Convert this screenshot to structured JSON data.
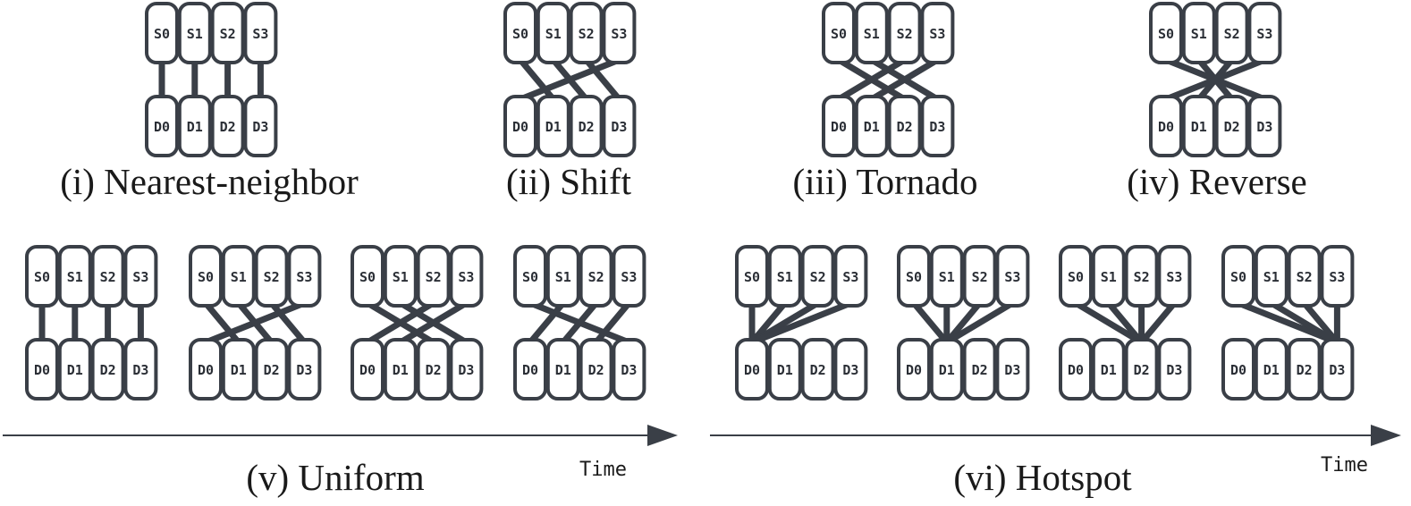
{
  "source_labels": [
    "S0",
    "S1",
    "S2",
    "S3"
  ],
  "dest_labels": [
    "D0",
    "D1",
    "D2",
    "D3"
  ],
  "colors": {
    "stroke": "#3a3f47",
    "fill": "#ffffff",
    "text": "#1a1a1a"
  },
  "patterns": [
    {
      "id": "nearest-neighbor",
      "caption": "(i) Nearest-neighbor",
      "edges": [
        [
          0,
          0
        ],
        [
          1,
          1
        ],
        [
          2,
          2
        ],
        [
          3,
          3
        ]
      ]
    },
    {
      "id": "shift",
      "caption": "(ii) Shift",
      "edges": [
        [
          0,
          1
        ],
        [
          1,
          2
        ],
        [
          2,
          3
        ],
        [
          3,
          0
        ]
      ]
    },
    {
      "id": "tornado",
      "caption": "(iii) Tornado",
      "edges": [
        [
          0,
          2
        ],
        [
          1,
          3
        ],
        [
          2,
          0
        ],
        [
          3,
          1
        ]
      ]
    },
    {
      "id": "reverse",
      "caption": "(iv) Reverse",
      "edges": [
        [
          0,
          3
        ],
        [
          1,
          2
        ],
        [
          2,
          1
        ],
        [
          3,
          0
        ]
      ]
    }
  ],
  "sequences": [
    {
      "id": "uniform",
      "caption": "(v) Uniform",
      "axis_label": "Time",
      "steps": [
        {
          "edges": [
            [
              0,
              0
            ],
            [
              1,
              1
            ],
            [
              2,
              2
            ],
            [
              3,
              3
            ]
          ]
        },
        {
          "edges": [
            [
              0,
              1
            ],
            [
              1,
              2
            ],
            [
              2,
              3
            ],
            [
              3,
              0
            ]
          ]
        },
        {
          "edges": [
            [
              0,
              2
            ],
            [
              1,
              3
            ],
            [
              2,
              0
            ],
            [
              3,
              1
            ]
          ]
        },
        {
          "edges": [
            [
              0,
              3
            ],
            [
              1,
              0
            ],
            [
              2,
              1
            ],
            [
              3,
              2
            ]
          ]
        }
      ]
    },
    {
      "id": "hotspot",
      "caption": "(vi) Hotspot",
      "axis_label": "Time",
      "steps": [
        {
          "edges": [
            [
              0,
              0
            ],
            [
              1,
              0
            ],
            [
              2,
              0
            ],
            [
              3,
              0
            ]
          ]
        },
        {
          "edges": [
            [
              0,
              1
            ],
            [
              1,
              1
            ],
            [
              2,
              1
            ],
            [
              3,
              1
            ]
          ]
        },
        {
          "edges": [
            [
              0,
              2
            ],
            [
              1,
              2
            ],
            [
              2,
              2
            ],
            [
              3,
              2
            ]
          ]
        },
        {
          "edges": [
            [
              0,
              3
            ],
            [
              1,
              3
            ],
            [
              2,
              3
            ],
            [
              3,
              3
            ]
          ]
        }
      ]
    }
  ]
}
